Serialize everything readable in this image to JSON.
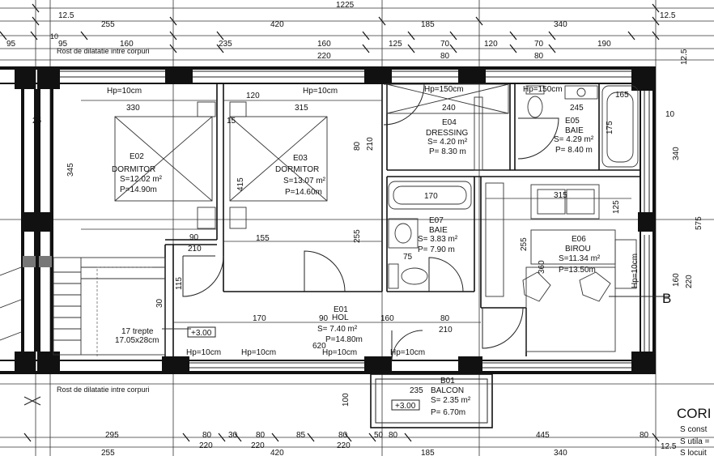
{
  "rooms": [
    {
      "id": "E02",
      "name": "DORMITOR",
      "area": "S=12.02 m²",
      "perimeter": "P=14.90m"
    },
    {
      "id": "E03",
      "name": "DORMITOR",
      "area": "S=13.07 m²",
      "perimeter": "P=14.60m"
    },
    {
      "id": "E04",
      "name": "DRESSING",
      "area": "S= 4.20 m²",
      "perimeter": "P= 8.30 m"
    },
    {
      "id": "E05",
      "name": "BAIE",
      "area": "S= 4.29 m²",
      "perimeter": "P= 8.40 m"
    },
    {
      "id": "E07",
      "name": "BAIE",
      "area": "S= 3.83 m²",
      "perimeter": "P= 7.90 m"
    },
    {
      "id": "E06",
      "name": "BIROU",
      "area": "S=11.34 m²",
      "perimeter": "P=13.50m"
    },
    {
      "id": "E01",
      "name": "HOL",
      "area": "S= 7.40 m²",
      "perimeter": "P=14.80m"
    },
    {
      "id": "B01",
      "name": "BALCON",
      "area": "S= 2.35 m²",
      "perimeter": "P= 6.70m"
    }
  ],
  "notes": {
    "joint_top": "Rost de dilatatie intre corpuri",
    "joint_bottom": "Rost de dilatatie intre corpuri",
    "stairs_line1": "17 trepte",
    "stairs_line2": "17.05x28cm",
    "level_stairs": "+3.00",
    "level_balcony": "+3.00",
    "section_marker": "B"
  },
  "ceiling_heights": {
    "hp10": "Hp=10cm",
    "hp150": "Hp=150cm"
  },
  "legend_partial": {
    "title": "CORI",
    "line1": "S const",
    "line2": "S utila =",
    "line3": "S locuit"
  },
  "dimensions": {
    "top_total": "1225",
    "top_row1": [
      "12.5",
      "12.5"
    ],
    "top_row2": [
      "255",
      "420",
      "185",
      "340"
    ],
    "top_row3": [
      "95",
      "160",
      "235",
      "160",
      "125",
      "70",
      "120",
      "70",
      "190"
    ],
    "top_row4": [
      "10",
      "95",
      "220",
      "80",
      "80"
    ],
    "interior": [
      "330",
      "315",
      "120",
      "240",
      "245",
      "165",
      "80",
      "210",
      "415",
      "345",
      "155",
      "90",
      "210",
      "255",
      "170",
      "315",
      "125",
      "75",
      "90",
      "170",
      "160",
      "80",
      "210",
      "620",
      "235",
      "100",
      "360",
      "255",
      "160",
      "220",
      "575",
      "340",
      "175",
      "15",
      "25",
      "10",
      "115",
      "30",
      "12.5"
    ],
    "bottom_row1": [
      "295",
      "80",
      "30",
      "80",
      "85",
      "80",
      "50",
      "80",
      "445",
      "80",
      "12.5"
    ],
    "bottom_row2": [
      "255",
      "420",
      "185",
      "340"
    ],
    "bottom_row3": [
      "220",
      "220",
      "220"
    ]
  }
}
